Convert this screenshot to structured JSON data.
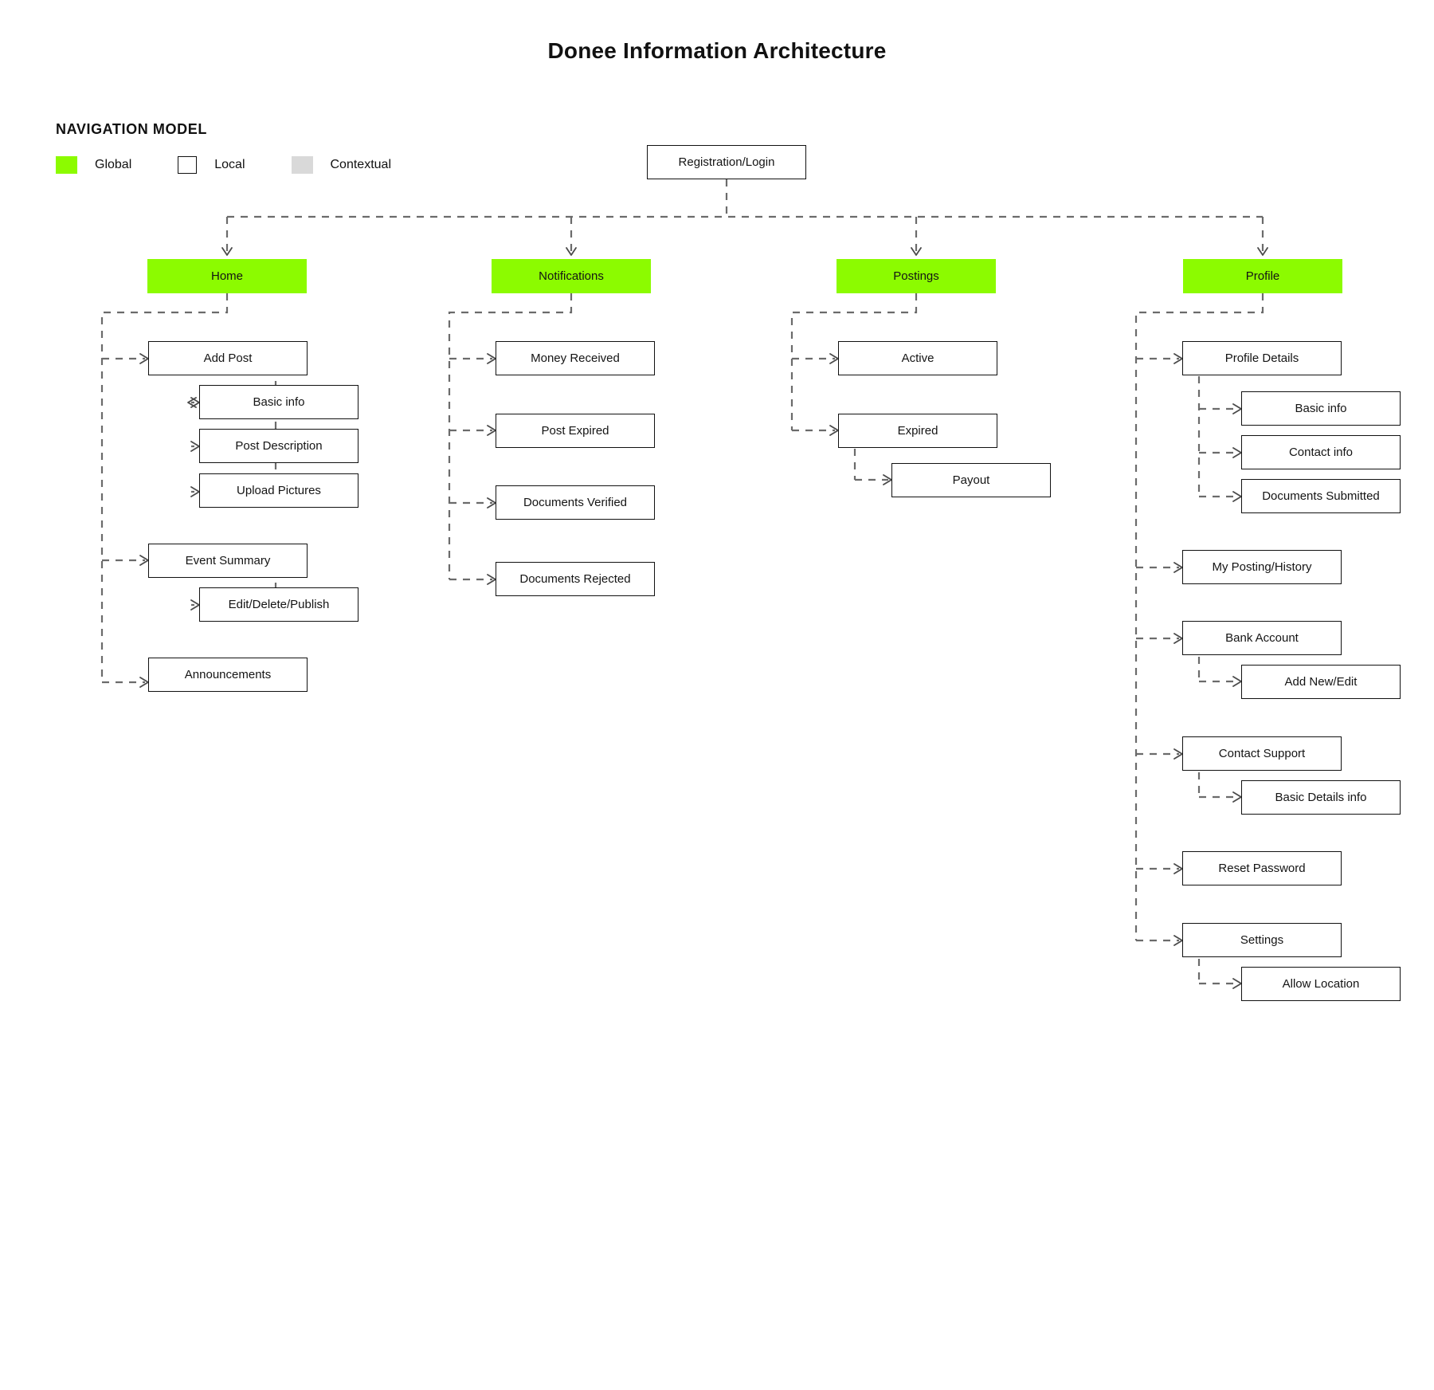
{
  "title": "Donee Information Architecture",
  "legend": {
    "heading": "NAVIGATION MODEL",
    "items": [
      {
        "label": "Global",
        "type": "global",
        "color": "#8CFB00"
      },
      {
        "label": "Local",
        "type": "local",
        "color": "#FFFFFF"
      },
      {
        "label": "Contextual",
        "type": "contextual",
        "color": "#D9D9D9"
      }
    ]
  },
  "chart_data": {
    "type": "diagram",
    "diagram_kind": "information-architecture-sitemap",
    "title": "Donee Information Architecture",
    "root": "Registration/Login",
    "legend_types": [
      "Global",
      "Local",
      "Contextual"
    ],
    "nodes": [
      {
        "id": "root",
        "label": "Registration/Login",
        "type": "local",
        "level": 0
      },
      {
        "id": "home",
        "label": "Home",
        "type": "global",
        "level": 1
      },
      {
        "id": "notifications",
        "label": "Notifications",
        "type": "global",
        "level": 1
      },
      {
        "id": "postings",
        "label": "Postings",
        "type": "global",
        "level": 1
      },
      {
        "id": "profile",
        "label": "Profile",
        "type": "global",
        "level": 1
      },
      {
        "id": "add-post",
        "label": "Add Post",
        "type": "local",
        "level": 2,
        "parent": "home"
      },
      {
        "id": "basic-info-post",
        "label": "Basic info",
        "type": "local",
        "level": 3,
        "parent": "add-post"
      },
      {
        "id": "post-description",
        "label": "Post Description",
        "type": "local",
        "level": 3,
        "parent": "add-post"
      },
      {
        "id": "upload-pictures",
        "label": "Upload Pictures",
        "type": "local",
        "level": 3,
        "parent": "add-post"
      },
      {
        "id": "event-summary",
        "label": "Event Summary",
        "type": "local",
        "level": 2,
        "parent": "home"
      },
      {
        "id": "edit-delete-publish",
        "label": "Edit/Delete/Publish",
        "type": "local",
        "level": 3,
        "parent": "event-summary"
      },
      {
        "id": "announcements",
        "label": "Announcements",
        "type": "local",
        "level": 2,
        "parent": "home"
      },
      {
        "id": "money-received",
        "label": "Money Received",
        "type": "local",
        "level": 2,
        "parent": "notifications"
      },
      {
        "id": "post-expired",
        "label": "Post Expired",
        "type": "local",
        "level": 2,
        "parent": "notifications"
      },
      {
        "id": "documents-verified",
        "label": "Documents Verified",
        "type": "local",
        "level": 2,
        "parent": "notifications"
      },
      {
        "id": "documents-rejected",
        "label": "Documents Rejected",
        "type": "local",
        "level": 2,
        "parent": "notifications"
      },
      {
        "id": "active",
        "label": "Active",
        "type": "local",
        "level": 2,
        "parent": "postings"
      },
      {
        "id": "expired",
        "label": "Expired",
        "type": "local",
        "level": 2,
        "parent": "postings"
      },
      {
        "id": "payout",
        "label": "Payout",
        "type": "local",
        "level": 3,
        "parent": "expired"
      },
      {
        "id": "profile-details",
        "label": "Profile Details",
        "type": "local",
        "level": 2,
        "parent": "profile"
      },
      {
        "id": "basic-info-profile",
        "label": "Basic info",
        "type": "local",
        "level": 3,
        "parent": "profile-details"
      },
      {
        "id": "contact-info",
        "label": "Contact info",
        "type": "local",
        "level": 3,
        "parent": "profile-details"
      },
      {
        "id": "documents-submitted",
        "label": "Documents Submitted",
        "type": "local",
        "level": 3,
        "parent": "profile-details"
      },
      {
        "id": "my-posting-history",
        "label": "My Posting/History",
        "type": "local",
        "level": 2,
        "parent": "profile"
      },
      {
        "id": "bank-account",
        "label": "Bank Account",
        "type": "local",
        "level": 2,
        "parent": "profile"
      },
      {
        "id": "add-new-edit",
        "label": "Add New/Edit",
        "type": "local",
        "level": 3,
        "parent": "bank-account"
      },
      {
        "id": "contact-support",
        "label": "Contact Support",
        "type": "local",
        "level": 2,
        "parent": "profile"
      },
      {
        "id": "basic-details-info",
        "label": "Basic Details info",
        "type": "local",
        "level": 3,
        "parent": "contact-support"
      },
      {
        "id": "reset-password",
        "label": "Reset Password",
        "type": "local",
        "level": 2,
        "parent": "profile"
      },
      {
        "id": "settings",
        "label": "Settings",
        "type": "local",
        "level": 2,
        "parent": "profile"
      },
      {
        "id": "allow-location",
        "label": "Allow Location",
        "type": "local",
        "level": 3,
        "parent": "settings"
      }
    ],
    "edges": [
      [
        "root",
        "home"
      ],
      [
        "root",
        "notifications"
      ],
      [
        "root",
        "postings"
      ],
      [
        "root",
        "profile"
      ],
      [
        "home",
        "add-post"
      ],
      [
        "home",
        "event-summary"
      ],
      [
        "home",
        "announcements"
      ],
      [
        "add-post",
        "basic-info-post"
      ],
      [
        "add-post",
        "post-description"
      ],
      [
        "add-post",
        "upload-pictures"
      ],
      [
        "event-summary",
        "edit-delete-publish"
      ],
      [
        "notifications",
        "money-received"
      ],
      [
        "notifications",
        "post-expired"
      ],
      [
        "notifications",
        "documents-verified"
      ],
      [
        "notifications",
        "documents-rejected"
      ],
      [
        "postings",
        "active"
      ],
      [
        "postings",
        "expired"
      ],
      [
        "expired",
        "payout"
      ],
      [
        "profile",
        "profile-details"
      ],
      [
        "profile",
        "my-posting-history"
      ],
      [
        "profile",
        "bank-account"
      ],
      [
        "profile",
        "contact-support"
      ],
      [
        "profile",
        "reset-password"
      ],
      [
        "profile",
        "settings"
      ],
      [
        "profile-details",
        "basic-info-profile"
      ],
      [
        "profile-details",
        "contact-info"
      ],
      [
        "profile-details",
        "documents-submitted"
      ],
      [
        "bank-account",
        "add-new-edit"
      ],
      [
        "contact-support",
        "basic-details-info"
      ],
      [
        "settings",
        "allow-location"
      ]
    ]
  },
  "nodes": {
    "root": {
      "label": "Registration/Login"
    },
    "home": {
      "label": "Home"
    },
    "notifications": {
      "label": "Notifications"
    },
    "postings": {
      "label": "Postings"
    },
    "profile": {
      "label": "Profile"
    },
    "add_post": {
      "label": "Add Post"
    },
    "basic_info_post": {
      "label": "Basic info"
    },
    "post_description": {
      "label": "Post Description"
    },
    "upload_pictures": {
      "label": "Upload Pictures"
    },
    "event_summary": {
      "label": "Event Summary"
    },
    "edit_delete_publish": {
      "label": "Edit/Delete/Publish"
    },
    "announcements": {
      "label": "Announcements"
    },
    "money_received": {
      "label": "Money Received"
    },
    "post_expired": {
      "label": "Post Expired"
    },
    "documents_verified": {
      "label": "Documents Verified"
    },
    "documents_rejected": {
      "label": "Documents Rejected"
    },
    "active": {
      "label": "Active"
    },
    "expired": {
      "label": "Expired"
    },
    "payout": {
      "label": "Payout"
    },
    "profile_details": {
      "label": "Profile Details"
    },
    "basic_info_profile": {
      "label": "Basic info"
    },
    "contact_info": {
      "label": "Contact info"
    },
    "documents_submitted": {
      "label": "Documents Submitted"
    },
    "my_posting_history": {
      "label": "My Posting/History"
    },
    "bank_account": {
      "label": "Bank Account"
    },
    "add_new_edit": {
      "label": "Add New/Edit"
    },
    "contact_support": {
      "label": "Contact Support"
    },
    "basic_details_info": {
      "label": "Basic Details info"
    },
    "reset_password": {
      "label": "Reset Password"
    },
    "settings": {
      "label": "Settings"
    },
    "allow_location": {
      "label": "Allow Location"
    }
  }
}
